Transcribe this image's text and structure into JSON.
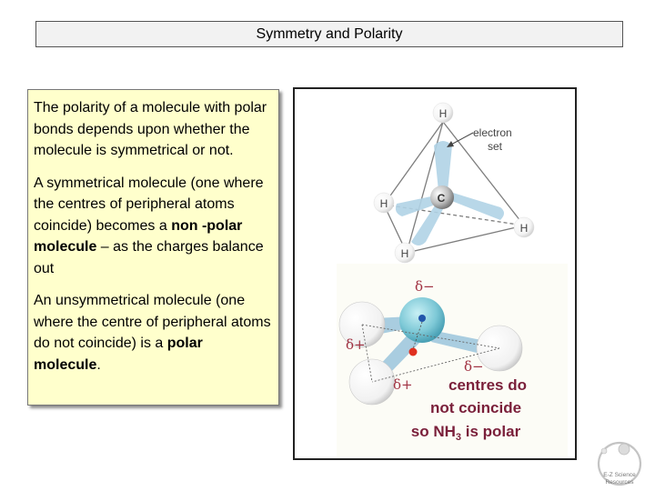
{
  "title": "Symmetry and Polarity",
  "paragraphs": {
    "p1": "The polarity of a molecule with polar bonds depends upon whether the molecule is symmetrical or not.",
    "p2_start": "A symmetrical molecule (one where the centres of peripheral atoms coincide) becomes a ",
    "p2_bold": "non -polar molecule",
    "p2_end": " – as the charges balance out",
    "p3_start": "An unsymmetrical molecule (one where the centre of peripheral atoms do not coincide) is a ",
    "p3_bold": "polar molecule",
    "p3_end": "."
  },
  "figure": {
    "atom_h": "H",
    "atom_c": "C",
    "electron_set_line1": "electron",
    "electron_set_line2": "set",
    "delta_minus": "δ−",
    "delta_plus": "δ+",
    "caption_line1": "centres do",
    "caption_line2": "not coincide",
    "caption_line3_pre": "so NH",
    "caption_subscript": "3",
    "caption_line3_post": " is polar"
  },
  "logo": {
    "line1": "E-Z Science",
    "line2": "Resources"
  },
  "colors": {
    "text_box_bg": "#ffffcc",
    "title_bg": "#f2f2f2",
    "caption_color": "#7a1f3a",
    "delta_color": "#a03040",
    "bond_blue": "#a9cde0",
    "central_atom_cyan": "#7dc8d6",
    "red_dot": "#e03020"
  }
}
